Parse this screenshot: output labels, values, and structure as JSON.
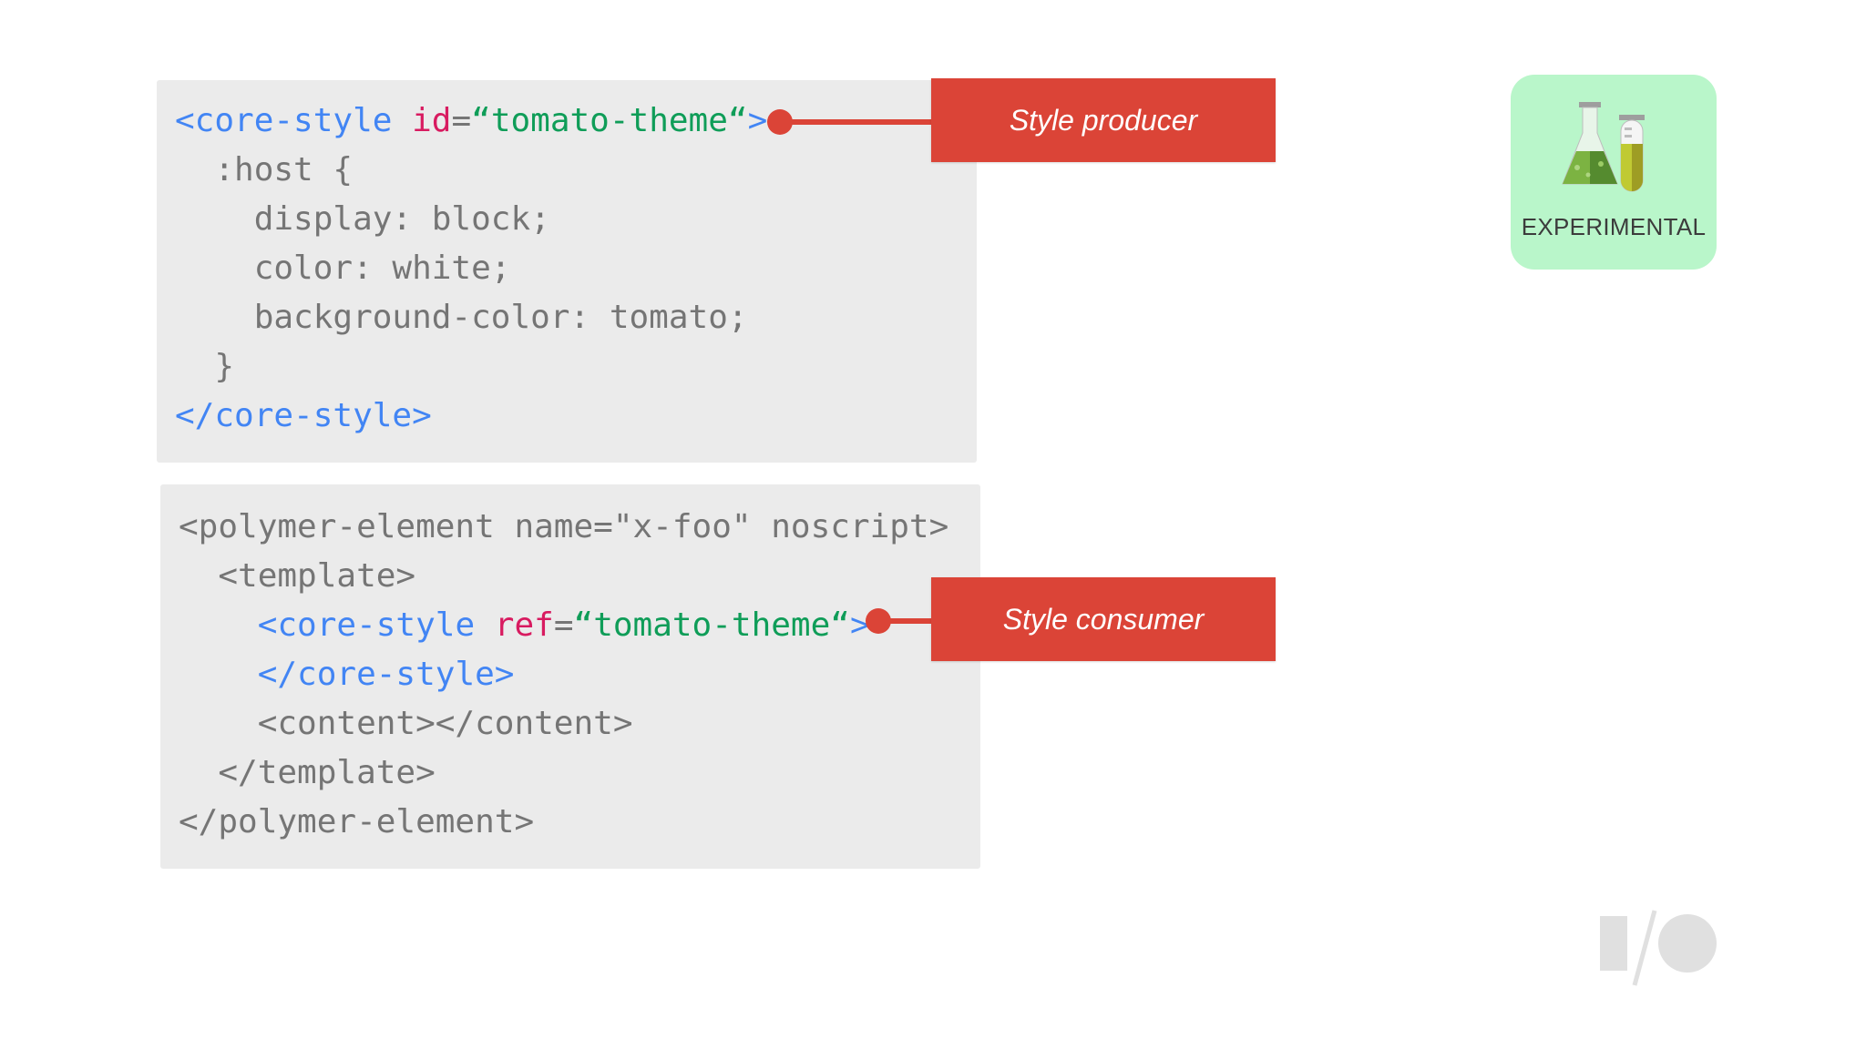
{
  "producer": {
    "lines": [
      [
        {
          "text": "<core-style ",
          "c": "blue"
        },
        {
          "text": "id",
          "c": "pink"
        },
        {
          "text": "=",
          "c": "gray"
        },
        {
          "text": "“tomato-theme“",
          "c": "green"
        },
        {
          "text": ">",
          "c": "blue"
        }
      ],
      [
        {
          "text": "  :host {",
          "c": "gray"
        }
      ],
      [
        {
          "text": "    display: block;",
          "c": "gray"
        }
      ],
      [
        {
          "text": "    color: white;",
          "c": "gray"
        }
      ],
      [
        {
          "text": "    background-color: tomato;",
          "c": "gray"
        }
      ],
      [
        {
          "text": "  }",
          "c": "gray"
        }
      ],
      [
        {
          "text": "</core-style>",
          "c": "blue"
        }
      ]
    ],
    "label": "Style producer"
  },
  "consumer": {
    "lines": [
      [
        {
          "text": "<polymer-element name=\"x-foo\" noscript>",
          "c": "gray"
        }
      ],
      [
        {
          "text": "  <template>",
          "c": "gray"
        }
      ],
      [
        {
          "text": "    ",
          "c": "gray"
        },
        {
          "text": "<core-style ",
          "c": "blue"
        },
        {
          "text": "ref",
          "c": "pink"
        },
        {
          "text": "=",
          "c": "gray"
        },
        {
          "text": "“tomato-theme“",
          "c": "green"
        },
        {
          "text": ">",
          "c": "blue"
        }
      ],
      [
        {
          "text": "    ",
          "c": "gray"
        },
        {
          "text": "</core-style>",
          "c": "blue"
        }
      ],
      [
        {
          "text": "    <content></content>",
          "c": "gray"
        }
      ],
      [
        {
          "text": "  </template>",
          "c": "gray"
        }
      ],
      [
        {
          "text": "</polymer-element>",
          "c": "gray"
        }
      ]
    ],
    "label": "Style consumer"
  },
  "badge": {
    "label": "EXPERIMENTAL",
    "icon": "flask-test-tube-icon"
  },
  "logo": {
    "icon": "io-logo-icon"
  },
  "colors": {
    "tag_blue": "#4285f4",
    "attr_pink": "#d81b60",
    "string_green": "#0f9d58",
    "code_gray": "#757575",
    "callout_red": "#db4437",
    "panel_bg": "#ebebeb",
    "badge_bg": "#b9f6ca"
  }
}
